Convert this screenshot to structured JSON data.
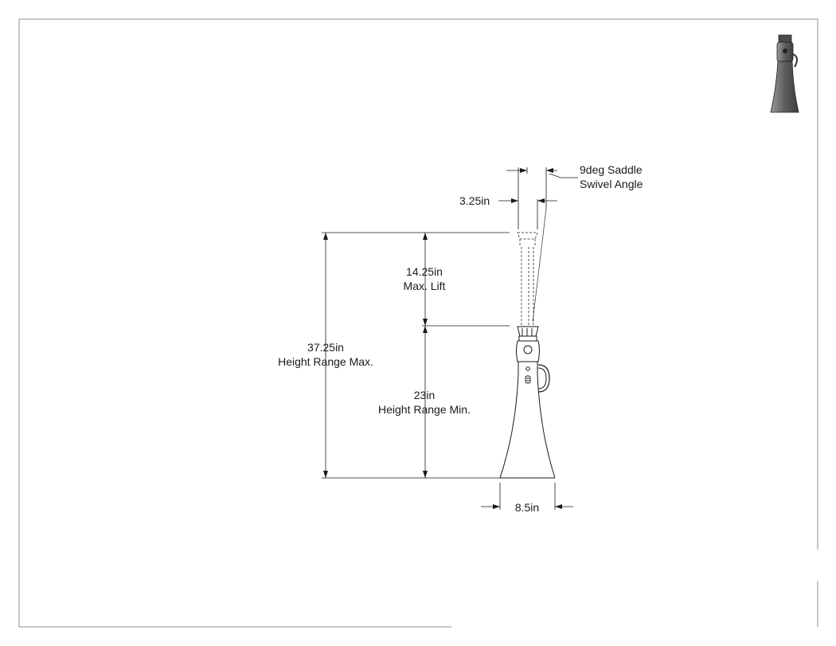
{
  "drawing": {
    "callouts": {
      "saddle_swivel": {
        "line1": "9deg Saddle",
        "line2": "Swivel Angle"
      },
      "saddle_width": "3.25in",
      "max_lift": {
        "value": "14.25in",
        "label": "Max. Lift"
      },
      "height_max": {
        "value": "37.25in",
        "label": "Height Range Max."
      },
      "height_min": {
        "value": "23in",
        "label": "Height Range Min."
      },
      "base_width": "8.5in"
    },
    "colors": {
      "line": "#1a1a1a",
      "frame": "#8c8c8c",
      "thumbnail_body": "#6e6e6e"
    },
    "icons": {
      "thumbnail": "stand-3d-preview-icon"
    }
  }
}
